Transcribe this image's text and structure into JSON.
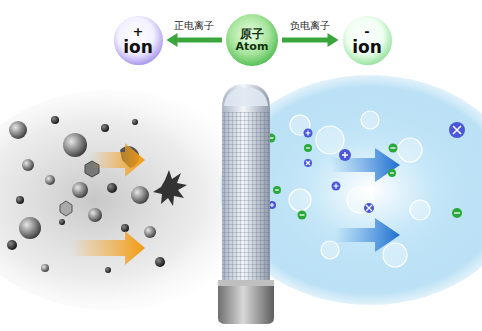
{
  "diagram": {
    "nodes": [
      {
        "text": [
          "+",
          "ion"
        ]
      },
      {
        "text": [
          "原子",
          "Atom"
        ]
      },
      {
        "text": [
          "-",
          "ion"
        ]
      }
    ],
    "edges": [
      {
        "from": 1,
        "to": 0,
        "arrow": "to",
        "label": "正电离子"
      },
      {
        "from": 1,
        "to": 2,
        "arrow": "to",
        "label": "负电离子"
      }
    ]
  }
}
